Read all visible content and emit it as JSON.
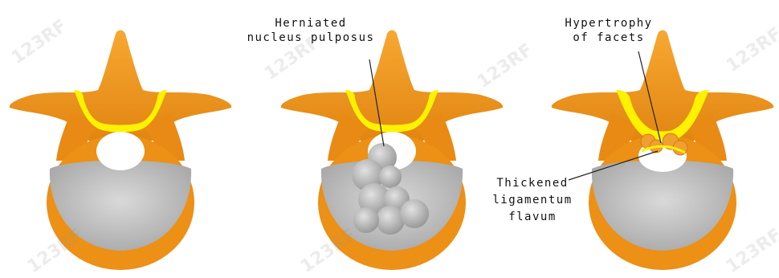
{
  "labels": {
    "herniated": [
      "Herniated",
      "nucleus pulposus"
    ],
    "hypertrophy": [
      "Hypertrophy",
      "of facets"
    ],
    "thickened": [
      "Thickened",
      "ligamentum",
      "flavum"
    ]
  },
  "watermark": "123RF",
  "colors": {
    "bone": "#f39a1e",
    "bone_dark": "#d77c10",
    "ligament": "#fff200",
    "disc": "#c7c7c7",
    "hernia": "#b5b5b5",
    "outline": "#222222"
  }
}
